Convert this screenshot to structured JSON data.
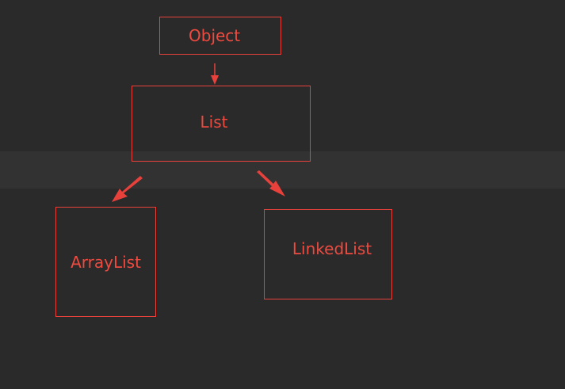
{
  "diagram": {
    "nodes": {
      "object": {
        "label": "Object"
      },
      "list": {
        "label": "List"
      },
      "arraylist": {
        "label": "ArrayList"
      },
      "linkedlist": {
        "label": "LinkedList"
      }
    },
    "edges": [
      {
        "from": "object",
        "to": "list"
      },
      {
        "from": "list",
        "to": "arraylist"
      },
      {
        "from": "list",
        "to": "linkedlist"
      }
    ]
  },
  "colors": {
    "background": "#2a2a2a",
    "band": "#323232",
    "accent": "#e8413c",
    "text": "#ee4a3f"
  }
}
